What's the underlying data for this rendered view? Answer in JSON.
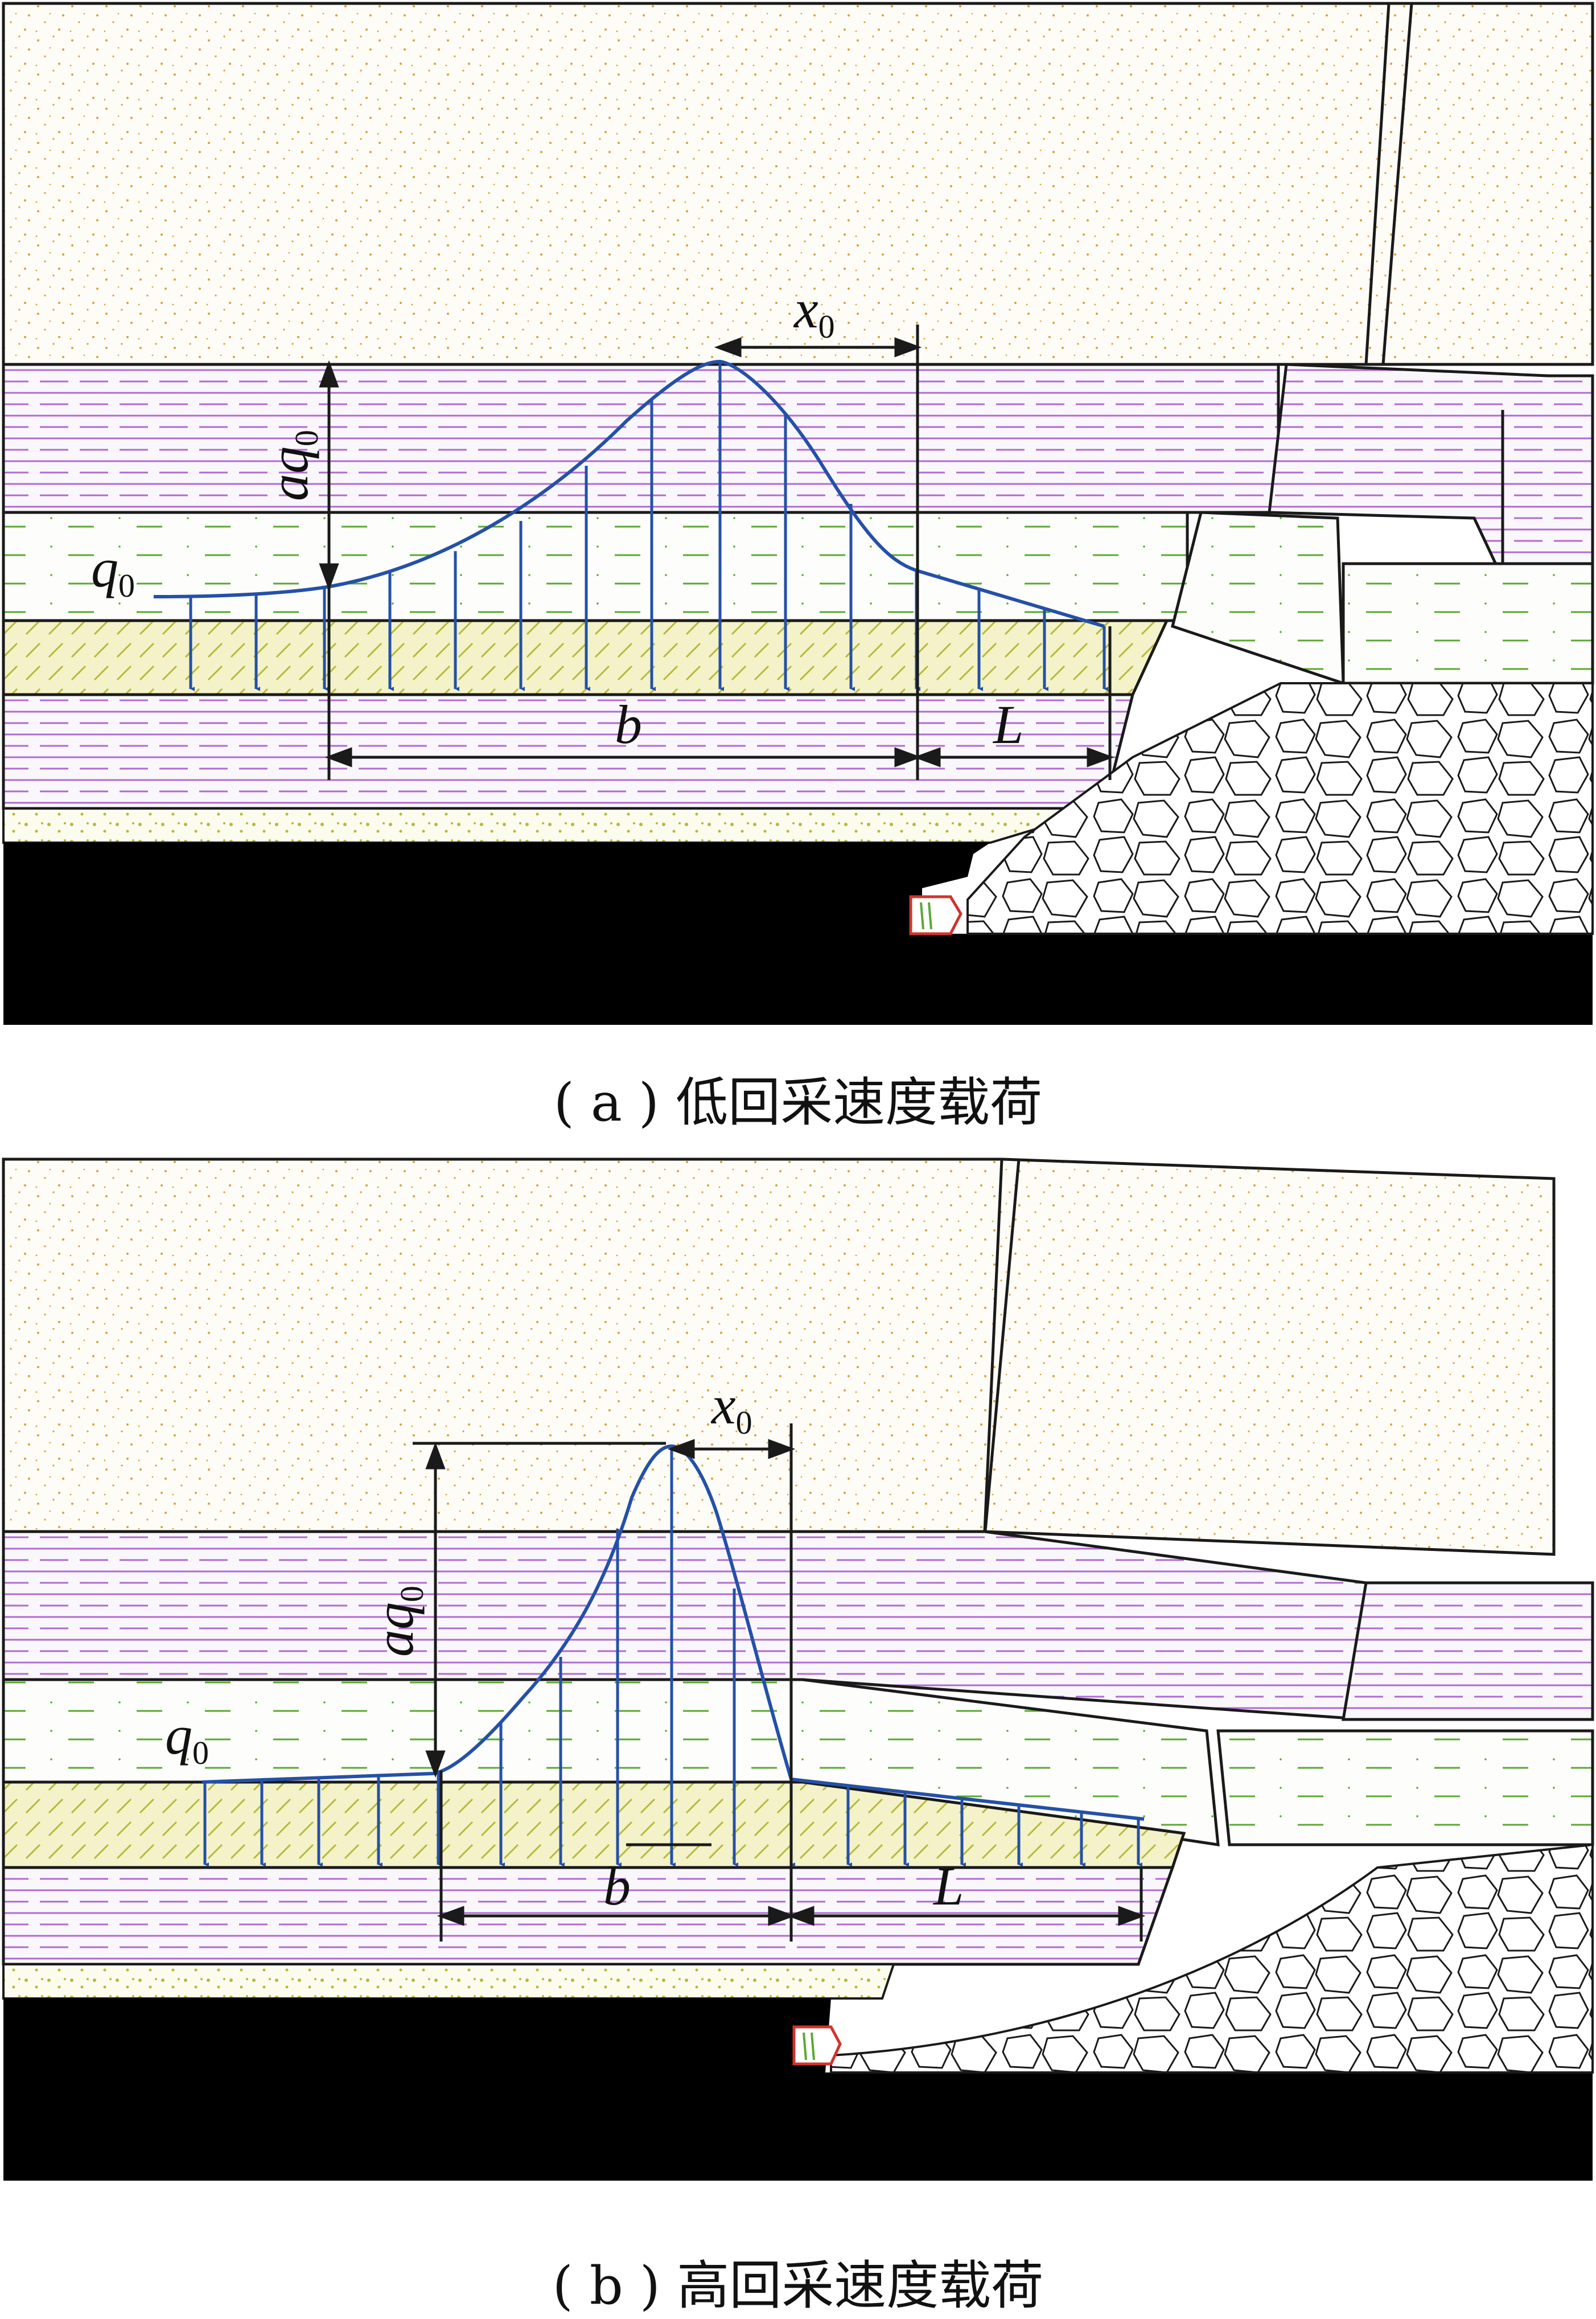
{
  "panel_a": {
    "caption": "( a ) 低回采速度载荷",
    "labels": {
      "x": "x",
      "x_sub": "0",
      "aq_a": "aq",
      "aq_sub": "0",
      "q": "q",
      "q_sub": "0",
      "b": "b",
      "L": "L"
    }
  },
  "panel_b": {
    "caption": "( b ) 高回采速度载荷",
    "labels": {
      "x": "x",
      "x_sub": "0",
      "aq_a": "aq",
      "aq_sub": "0",
      "q": "q",
      "q_sub": "0",
      "b": "b",
      "L": "L"
    }
  },
  "colors": {
    "outline": "#1a1a1a",
    "sandstone_dots": "#d9a23a",
    "purple_dash": "#b06bd0",
    "green_dash": "#5aa832",
    "hatch_fill": "#f3f2c8",
    "hatch_line": "#b8b83a",
    "load_curve": "#2450a8",
    "coal": "#000000",
    "support_red": "#d0342c"
  }
}
